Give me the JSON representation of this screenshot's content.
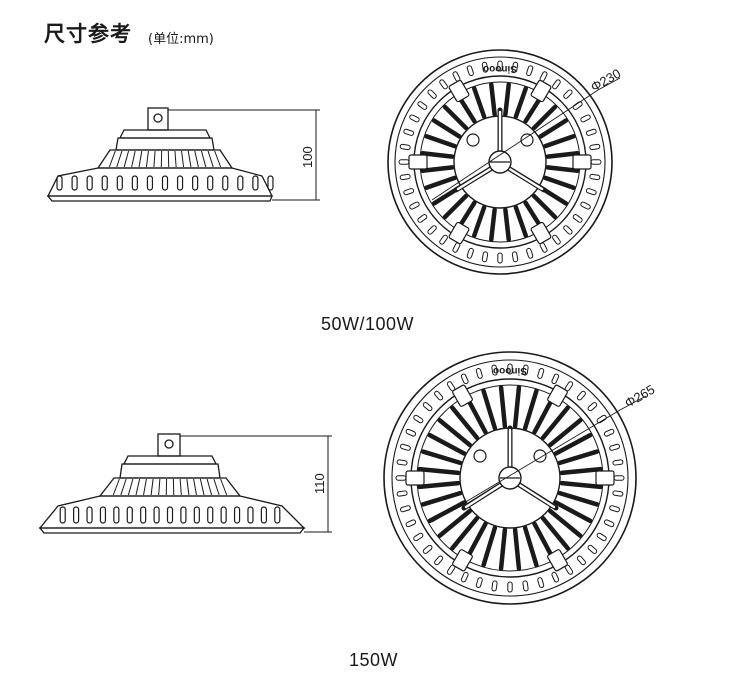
{
  "header": {
    "title": "尺寸参考",
    "unit": "(单位:mm)"
  },
  "models": [
    {
      "caption": "50W/100W",
      "height_dim": "100",
      "diameter_dim": "Φ230",
      "brand": "Sinooo"
    },
    {
      "caption": "150W",
      "height_dim": "110",
      "diameter_dim": "Φ265",
      "brand": "Sinooo"
    }
  ]
}
